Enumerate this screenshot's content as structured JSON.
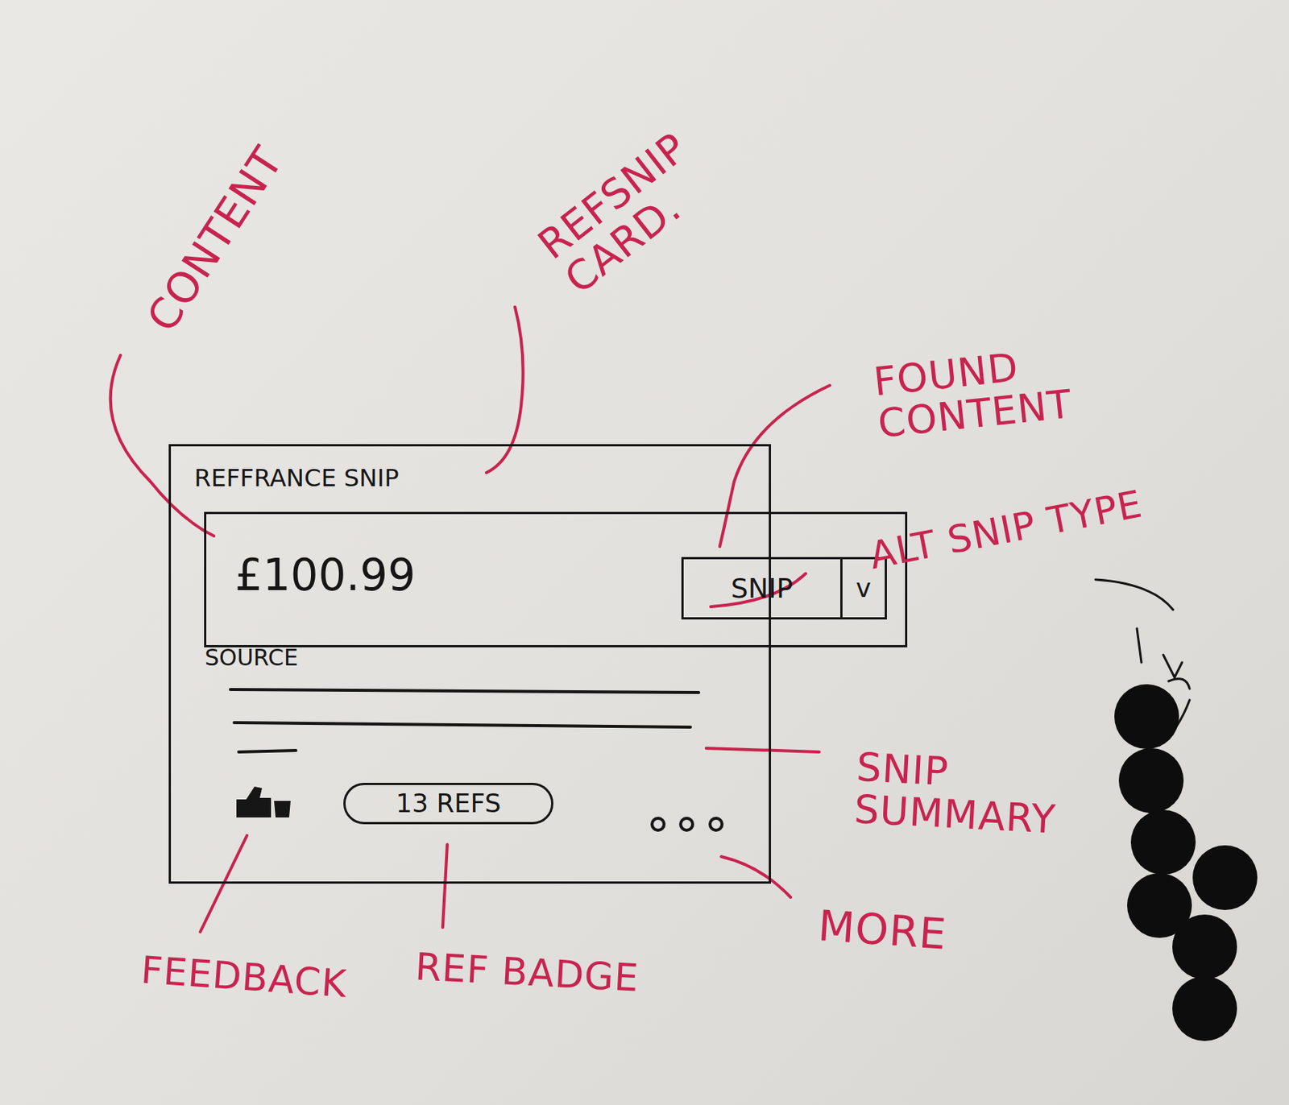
{
  "diagram": {
    "nodes": [
      {
        "text": [
          "REFFRANCE SNIP",
          "SOURCE"
        ]
      },
      {
        "text": [
          "£100.99"
        ],
        "in": 0
      },
      {
        "text": [
          "SNIP",
          "v"
        ],
        "in": 1
      },
      {
        "text": [
          "13 REFS"
        ],
        "in": 0
      }
    ],
    "labels": [
      "CONTENT",
      "REFSNIP CARD.",
      "FOUND CONTENT",
      "ALT SNIP TYPE",
      "SNIP SUMMARY",
      "MORE",
      "FEEDBACK",
      "REF BADGE"
    ]
  }
}
